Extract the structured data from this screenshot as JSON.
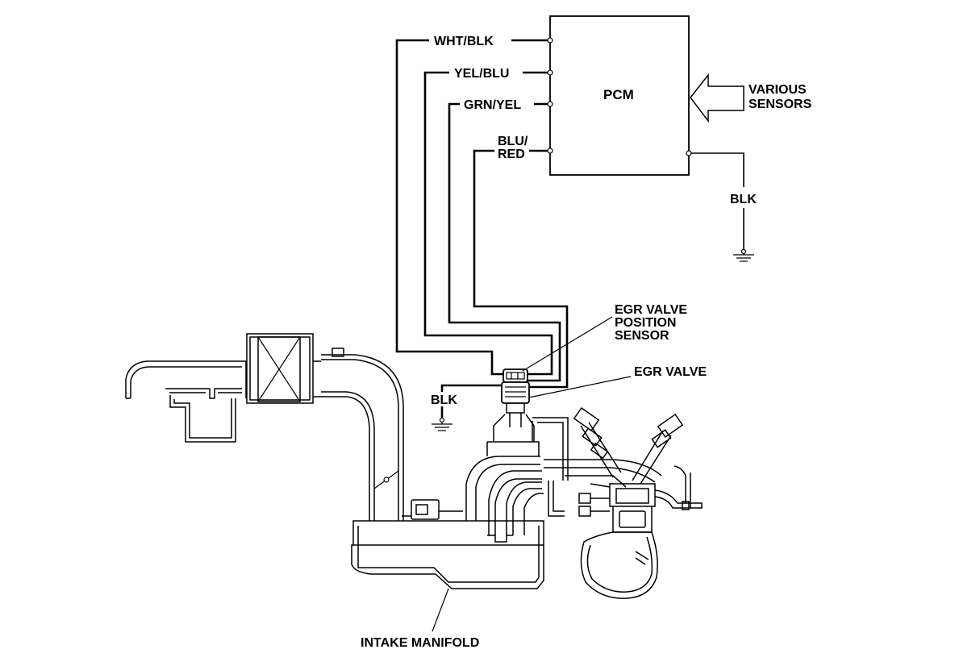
{
  "pcm": {
    "label": "PCM"
  },
  "input_arrow": {
    "label_line1": "VARIOUS",
    "label_line2": "SENSORS"
  },
  "wires": [
    {
      "label": "WHT/BLK"
    },
    {
      "label": "YEL/BLU"
    },
    {
      "label": "GRN/YEL"
    },
    {
      "label_line1": "BLU/",
      "label_line2": "RED"
    }
  ],
  "pcm_ground": {
    "label": "BLK"
  },
  "sensor_ground": {
    "label": "BLK"
  },
  "callouts": {
    "egr_sensor": {
      "line1": "EGR VALVE",
      "line2": "POSITION",
      "line3": "SENSOR"
    },
    "egr_valve": {
      "label": "EGR VALVE"
    },
    "intake_manifold": {
      "label": "INTAKE MANIFOLD"
    }
  }
}
